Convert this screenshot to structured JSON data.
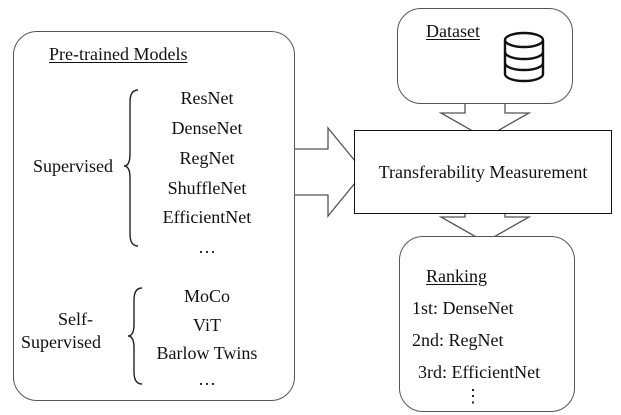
{
  "pretrained": {
    "title": "Pre-trained Models",
    "supervised": {
      "label": "Supervised",
      "models": [
        "ResNet",
        "DenseNet",
        "RegNet",
        "ShuffleNet",
        "EfficientNet",
        "…"
      ]
    },
    "self_supervised": {
      "label_line1": "Self-",
      "label_line2": "Supervised",
      "models": [
        "MoCo",
        "ViT",
        "Barlow Twins",
        "…"
      ]
    }
  },
  "dataset": {
    "title": "Dataset",
    "icon": "database-icon"
  },
  "measurement": {
    "label": "Transferability Measurement"
  },
  "ranking": {
    "title": "Ranking",
    "items": [
      "1st: DenseNet",
      "2nd: RegNet",
      "3rd: EfficientNet",
      "⋮"
    ]
  }
}
